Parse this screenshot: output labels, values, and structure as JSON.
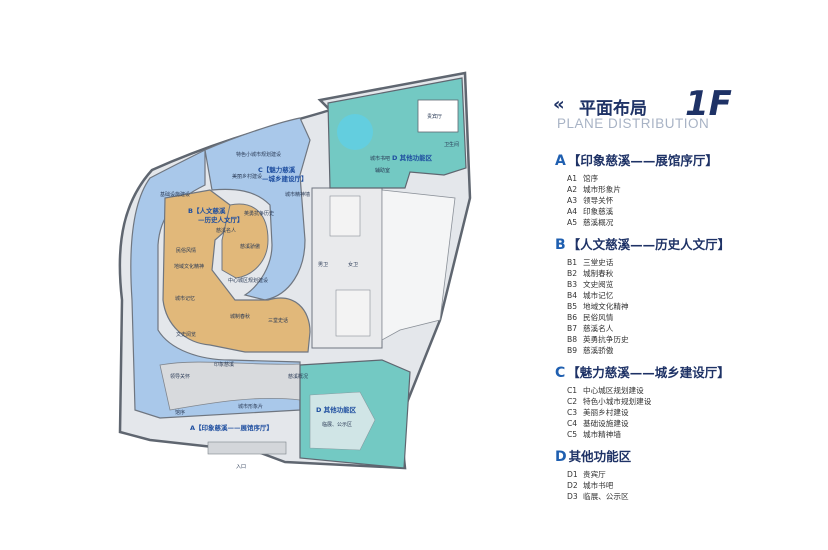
{
  "heading": {
    "chevrons": "«",
    "title": "平面布局",
    "floor": "1F",
    "subtitle": "PLANE DISTRIBUTION"
  },
  "colors": {
    "zone_a": "#a9c8ea",
    "zone_b": "#e1b87a",
    "zone_c": "#a9c8ea",
    "zone_d": "#73c9c3",
    "corridor": "#d9dde2",
    "wall": "#6f7680",
    "title_blue": "#1e3266"
  },
  "legend": [
    {
      "letter": "A",
      "title": "【印象慈溪——展馆序厅】",
      "items": [
        {
          "code": "A1",
          "name": "馆序"
        },
        {
          "code": "A2",
          "name": "城市形象片"
        },
        {
          "code": "A3",
          "name": "领导关怀"
        },
        {
          "code": "A4",
          "name": "印象慈溪"
        },
        {
          "code": "A5",
          "name": "慈溪概况"
        }
      ]
    },
    {
      "letter": "B",
      "title": "【人文慈溪——历史人文厅】",
      "items": [
        {
          "code": "B1",
          "name": "三堂史话"
        },
        {
          "code": "B2",
          "name": "城制春秋"
        },
        {
          "code": "B3",
          "name": "文史阅览"
        },
        {
          "code": "B4",
          "name": "城市记忆"
        },
        {
          "code": "B5",
          "name": "地域文化精神"
        },
        {
          "code": "B6",
          "name": "民俗风情"
        },
        {
          "code": "B7",
          "name": "慈溪名人"
        },
        {
          "code": "B8",
          "name": "英勇抗争历史"
        },
        {
          "code": "B9",
          "name": "慈溪骄傲"
        }
      ]
    },
    {
      "letter": "C",
      "title": "【魅力慈溪——城乡建设厅】",
      "items": [
        {
          "code": "C1",
          "name": "中心城区规划建设"
        },
        {
          "code": "C2",
          "name": "特色小城市规划建设"
        },
        {
          "code": "C3",
          "name": "美丽乡村建设"
        },
        {
          "code": "C4",
          "name": "基础设施建设"
        },
        {
          "code": "C5",
          "name": "城市精神墙"
        }
      ]
    },
    {
      "letter": "D",
      "title": "其他功能区",
      "items": [
        {
          "code": "D1",
          "name": "贵宾厅"
        },
        {
          "code": "D2",
          "name": "城市书吧"
        },
        {
          "code": "D3",
          "name": "临展、公示区"
        }
      ]
    }
  ],
  "map": {
    "zone_a_label": "A【印象慈溪——展馆序厅】",
    "zone_b_label_1": "B【人文慈溪",
    "zone_b_label_2": "—历史人文厅】",
    "zone_c_label_1": "C【魅力慈溪",
    "zone_c_label_2": "—城乡建设厅】",
    "zone_d_top_label": "D 其他功能区",
    "zone_d_bottom_label": "D 其他功能区",
    "rooms": {
      "guest_hall": "贵宾厅",
      "city_bookbar": "城市书吧",
      "auxiliary": "辅助室",
      "restroom": "卫生间",
      "male_wc": "男卫",
      "female_wc": "女卫",
      "exhibition_notice": "临展、公示区",
      "entrance": "入口",
      "hall_order": "馆序",
      "leader_care": "领导关怀",
      "impression": "印象慈溪",
      "overview": "慈溪概况",
      "city_film": "城市形象片",
      "sanbei": "三堂史话",
      "chengzhi": "城制春秋",
      "wenshi": "文史阅览",
      "memory": "城市记忆",
      "folk": "民俗风情",
      "mingren": "慈溪名人",
      "kangzheng": "英勇抗争历史",
      "pride": "慈溪骄傲",
      "culture_spirit": "地域文化精神",
      "center_plan": "中心城区规划建设",
      "town_plan": "特色小城市规划建设",
      "rural": "美丽乡村建设",
      "infra": "基础设施建设",
      "spirit_wall": "城市精神墙",
      "rural_top": "美丽乡村建设",
      "town_top": "特色小城市规划建设"
    }
  }
}
